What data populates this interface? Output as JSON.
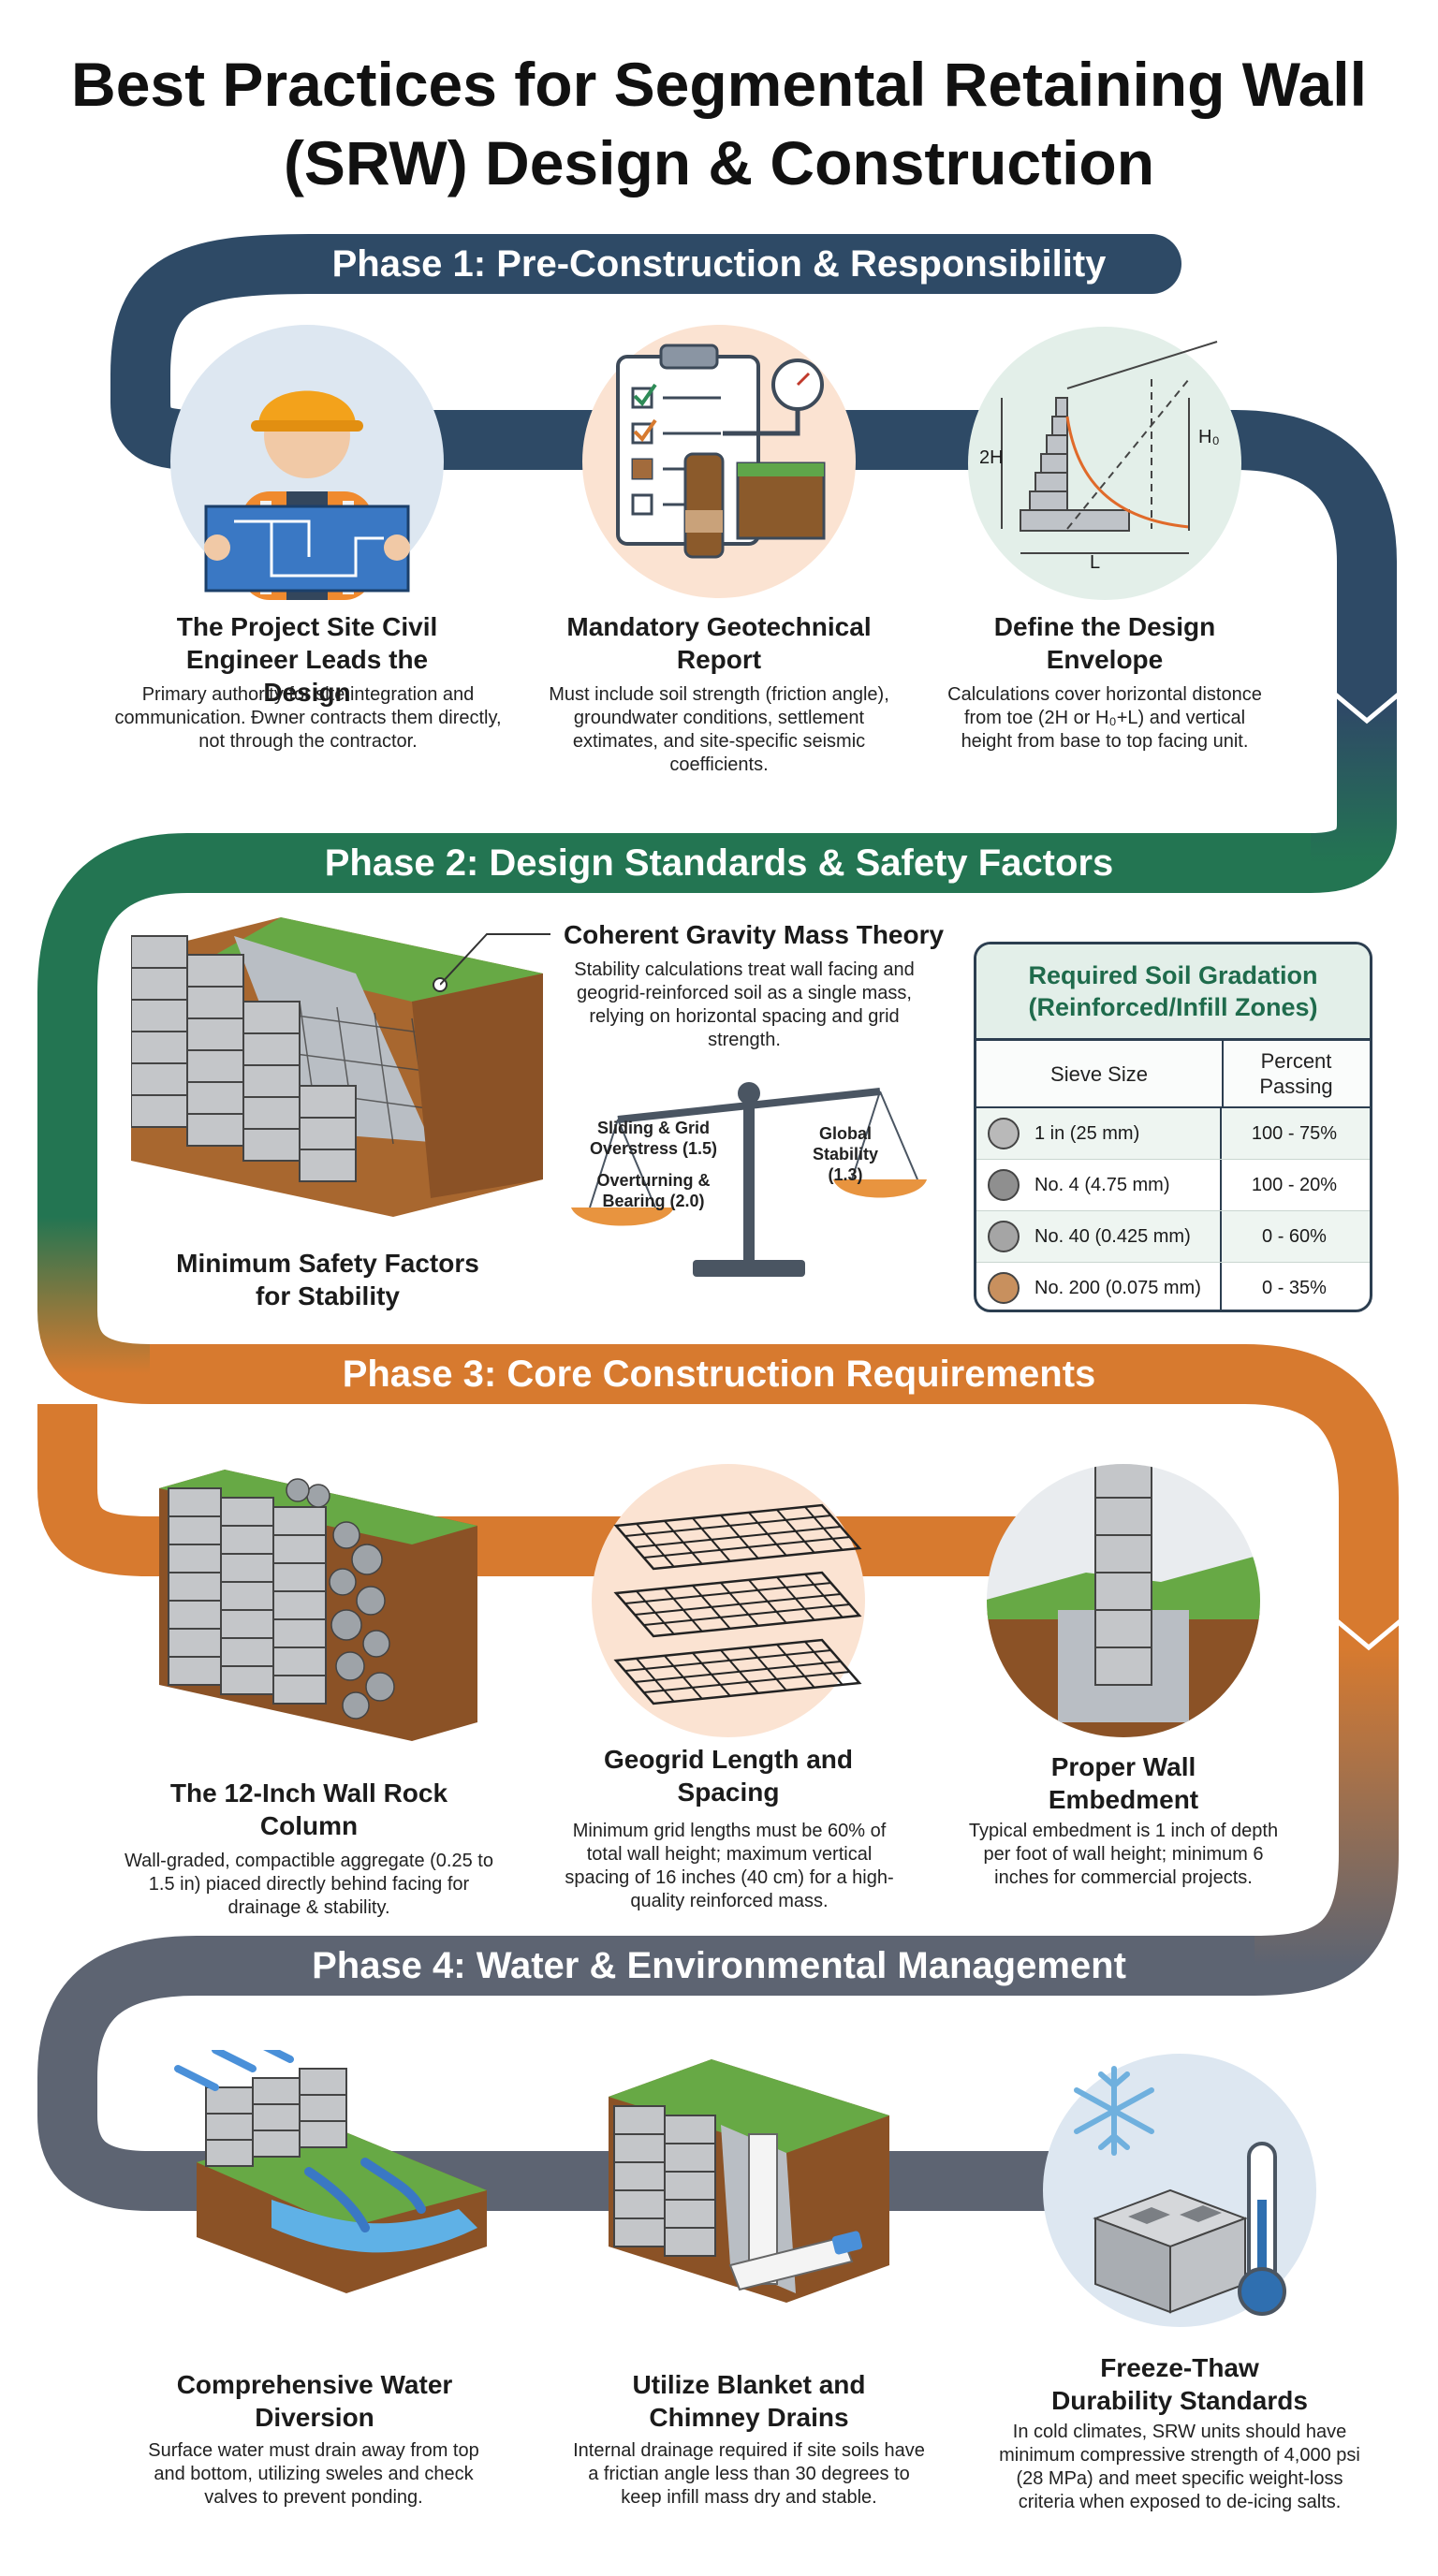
{
  "title": "Best Practices for Segmental Retaining Wall (SRW) Design & Construction",
  "colors": {
    "phase1": "#2e4a66",
    "phase2": "#237552",
    "phase3": "#d77a2f",
    "phase4": "#5d6472"
  },
  "phases": [
    {
      "title": "Phase 1: Pre-Construction & Responsibility",
      "items": [
        {
          "icon": "civil-engineer-icon",
          "title": "The Project Site Civil Engineer Leads the Design",
          "desc": "Primary authority for site integration and communication. Ðwner contracts them directly, not through the contractor."
        },
        {
          "icon": "clipboard-soil-sample-icon",
          "title": "Mandatory Geotechnical Report",
          "desc": "Must include soil strength (friction angle), groundwater conditions, settlement extimates, and site-specific seismic coefficients."
        },
        {
          "icon": "design-envelope-diagram-icon",
          "title": "Define the Design Envelope",
          "desc": "Calculations cover horizontal distonce from toe (2H or H₀+L) and vertical height from base to top facing unit.",
          "labels": {
            "two_h": "2H",
            "h0": "H₀",
            "l": "L"
          }
        }
      ]
    },
    {
      "title": "Phase 2: Design Standards & Safety Factors",
      "gravity": {
        "title": "Coherent Gravity Mass Theory",
        "desc": "Stability calculations treat wall facing and geogrid-reinforced soil as a single mass, relying on horizontal spacing and grid strength."
      },
      "safety": {
        "title": "Minimum Safety Factors for Stability",
        "left_labels": [
          "Sliding & Grid Overstress (1.5)",
          "Overturning & Bearing (2.0)"
        ],
        "right_label": "Global Stability (1.3)"
      },
      "table": {
        "title": "Required Soil Gradation (Reinforced/Infill Zones)",
        "headers": [
          "Sieve Size",
          "Percent Passing"
        ],
        "rows": [
          {
            "sieve": "1 in (25 mm)",
            "passing": "100 - 75%",
            "color": "#b9b9b9"
          },
          {
            "sieve": "No. 4 (4.75 mm)",
            "passing": "100 - 20%",
            "color": "#8f8f8f"
          },
          {
            "sieve": "No. 40 (0.425 mm)",
            "passing": "0 - 60%",
            "color": "#a5a5a5"
          },
          {
            "sieve": "No. 200 (0.075 mm)",
            "passing": "0 - 35%",
            "color": "#c8905e"
          }
        ]
      }
    },
    {
      "title": "Phase 3: Core Construction Requirements",
      "items": [
        {
          "icon": "rock-column-wall-icon",
          "title": "The 12-Inch Wall Rock Column",
          "desc": "Wall-graded, compactible aggregate (0.25 to 1.5 in) piaced directly behind facing for drainage & stability."
        },
        {
          "icon": "geogrid-layers-icon",
          "title": "Geogrid Length and Spacing",
          "desc": "Minimum grid lengths must be 60% of total wall height; maximum vertical spacing of 16 inches (40 cm) for a high-quality reinforced mass."
        },
        {
          "icon": "wall-embedment-icon",
          "title": "Proper Wall Embedment",
          "desc": "Typical embedment is 1 inch of depth per foot of wall height; minimum 6 inches for commercial projects."
        }
      ]
    },
    {
      "title": "Phase 4: Water & Environmental Management",
      "items": [
        {
          "icon": "water-diversion-icon",
          "title": "Comprehensive Water Diversion",
          "desc": "Surface water must drain away from top and bottom, utilizing sweles and check valves to prevent ponding."
        },
        {
          "icon": "chimney-drain-icon",
          "title": "Utilize Blanket and Chimney Drains",
          "desc": "Internal drainage required if site soils have a frictian angle less than 30 degrees to keep infill mass dry and stable."
        },
        {
          "icon": "freeze-thaw-icon",
          "title": "Freeze-Thaw Durability Standards",
          "desc": "In cold climates, SRW units should have minimum compressive strength of 4,000 psi (28 MPa) and meet specific weight-loss criteria when exposed to de-icing salts."
        }
      ]
    }
  ]
}
